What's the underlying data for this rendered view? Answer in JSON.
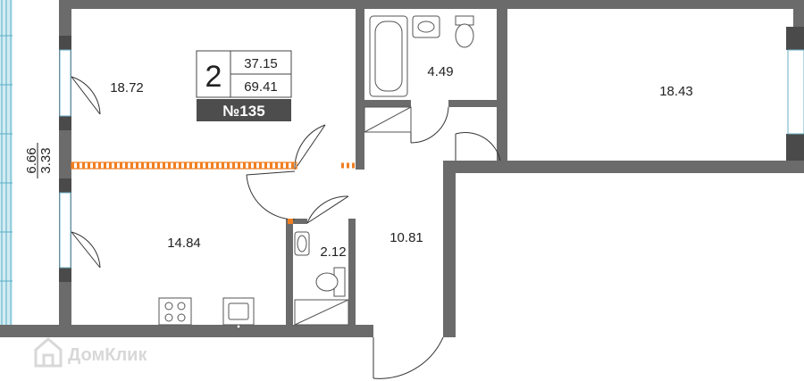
{
  "apartment": {
    "rooms": "2",
    "living_area": "37.15",
    "total_area": "69.41",
    "number": "№135"
  },
  "room_areas": {
    "room_top_left": "18.72",
    "room_bottom_left": "14.84",
    "bathroom": "4.49",
    "room_right": "18.43",
    "toilet": "2.12",
    "hall": "10.81",
    "balcony_area": "6.66",
    "balcony_reduced": "3.33"
  },
  "watermark": {
    "text": "ДомКлик",
    "icon": "house-logo-icon"
  },
  "colors": {
    "wall": "#6b6b6b",
    "wall_dark": "#555555",
    "window": "#7ec8dd",
    "divider": "#f07f22",
    "badge": "#4d4d4d"
  }
}
